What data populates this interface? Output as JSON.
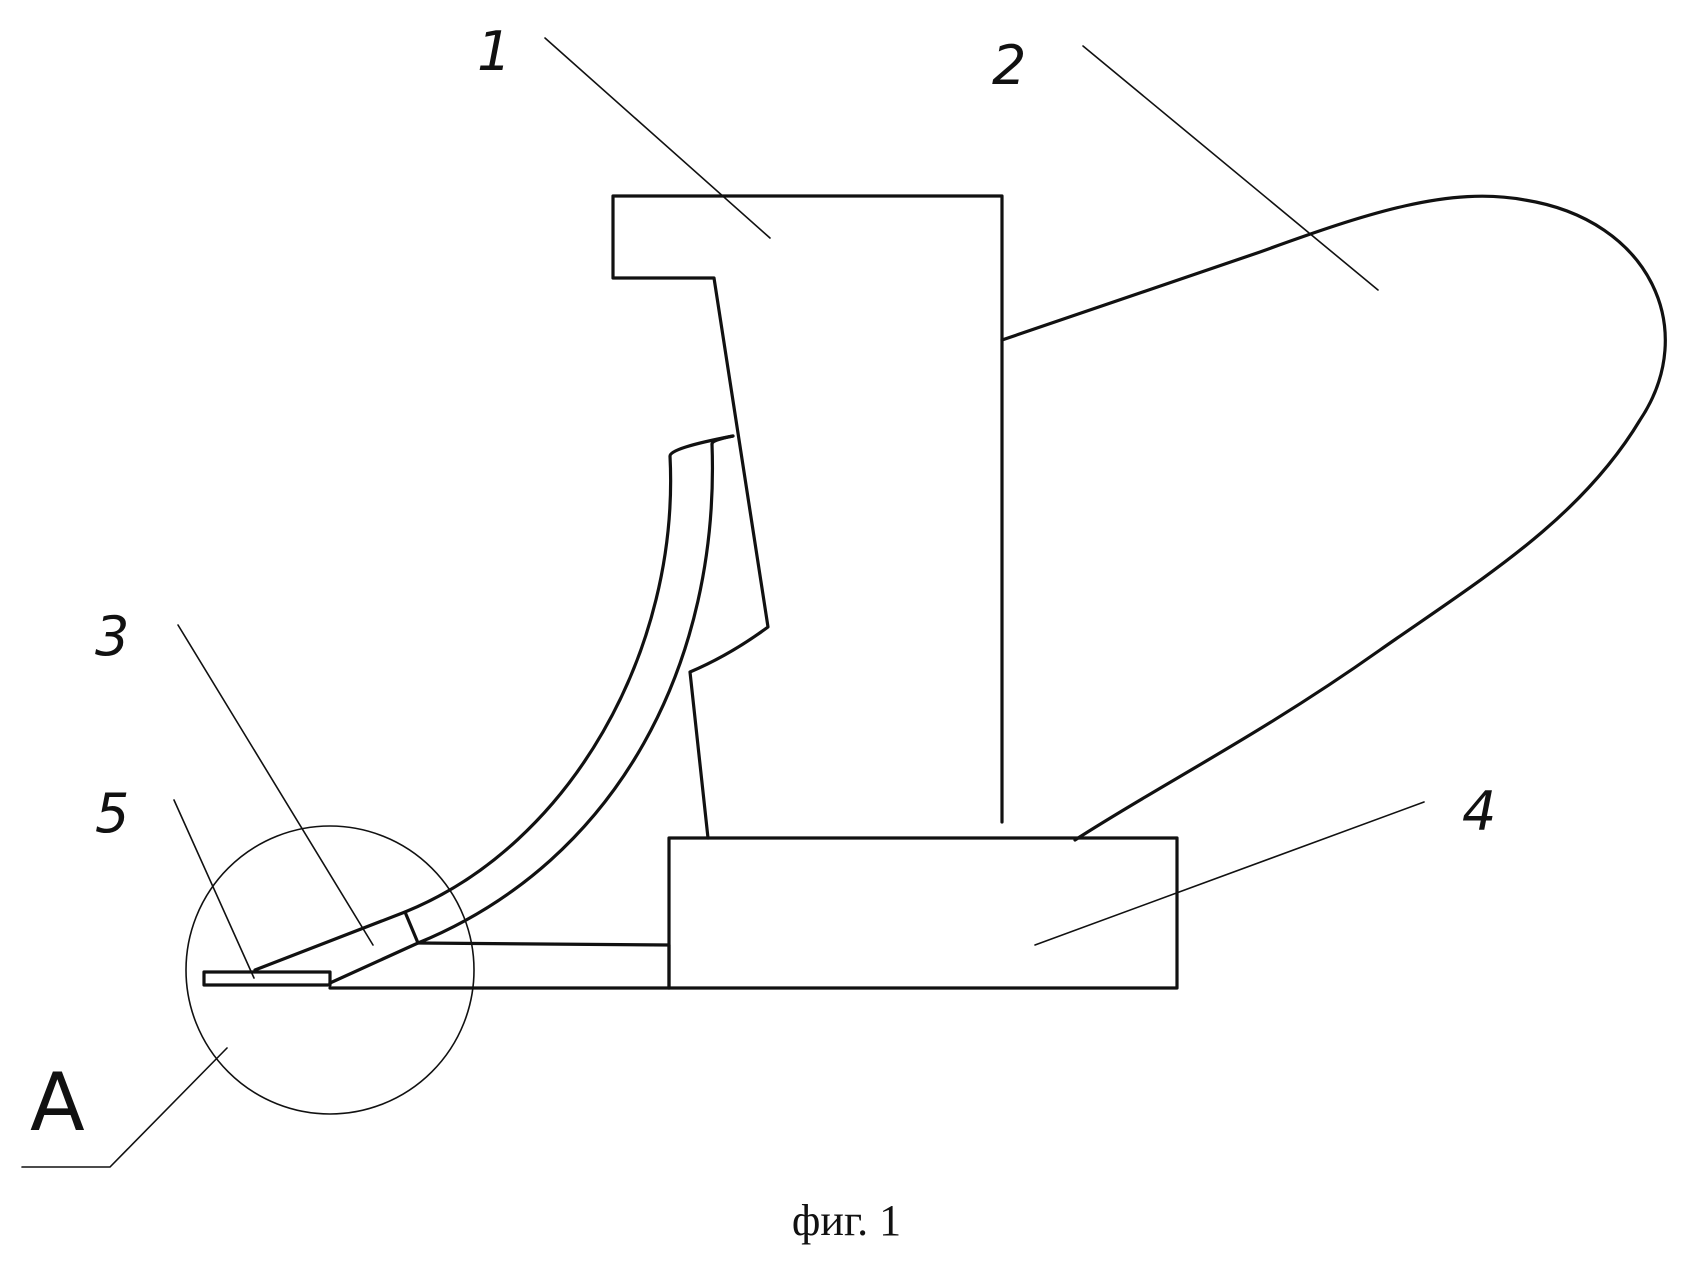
{
  "figure": {
    "caption": "фиг. 1",
    "callouts": [
      {
        "id": "1",
        "label": "1"
      },
      {
        "id": "2",
        "label": "2"
      },
      {
        "id": "3",
        "label": "3"
      },
      {
        "id": "4",
        "label": "4"
      },
      {
        "id": "5",
        "label": "5"
      }
    ],
    "detail_view": {
      "label": "A"
    }
  }
}
